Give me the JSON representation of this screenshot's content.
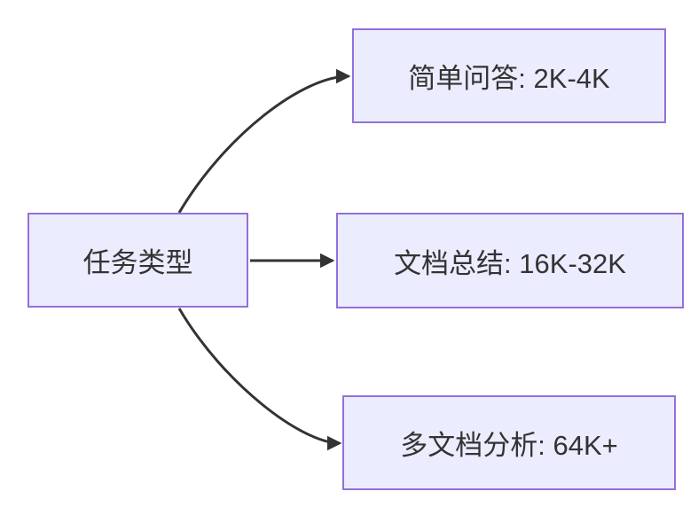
{
  "diagram": {
    "type": "flowchart-left-to-right",
    "root": {
      "id": "task-type",
      "label": "任务类型"
    },
    "branches": [
      {
        "id": "simple-qa",
        "label": "简单问答: 2K-4K"
      },
      {
        "id": "doc-summary",
        "label": "文档总结: 16K-32K"
      },
      {
        "id": "multi-doc",
        "label": "多文档分析: 64K+"
      }
    ],
    "edges": [
      {
        "from": "task-type",
        "to": "simple-qa"
      },
      {
        "from": "task-type",
        "to": "doc-summary"
      },
      {
        "from": "task-type",
        "to": "multi-doc"
      }
    ],
    "colors": {
      "node_fill": "#ECECFF",
      "node_border": "#9370DB",
      "edge": "#333333",
      "text": "#333333",
      "background": "#FFFFFF"
    }
  }
}
